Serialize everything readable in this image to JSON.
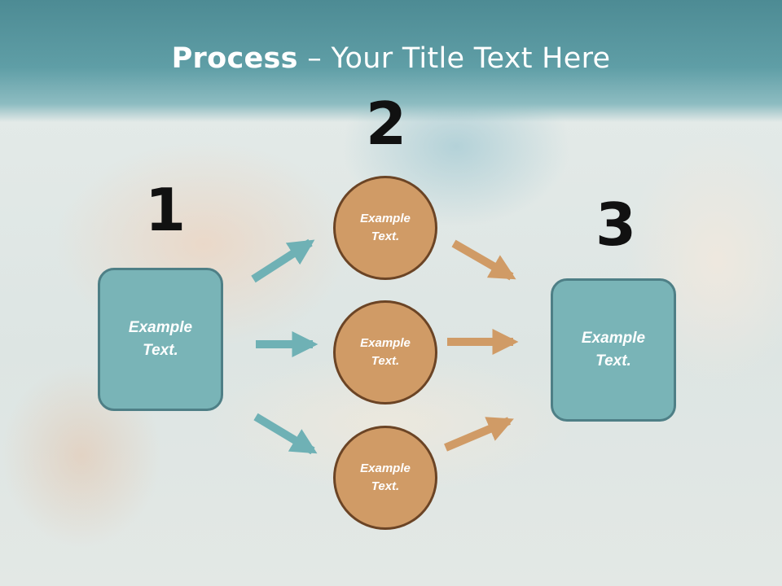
{
  "title": {
    "bold": "Process",
    "rest": " – Your Title Text Here"
  },
  "steps": [
    {
      "number": "1",
      "text": "Example Text."
    },
    {
      "number": "2",
      "items": [
        "Example Text.",
        "Example Text.",
        "Example Text."
      ]
    },
    {
      "number": "3",
      "text": "Example Text."
    }
  ],
  "colors": {
    "header": "#5f9ea6",
    "box_fill": "#79b4b7",
    "circle_fill": "#d09b66",
    "arrow_teal": "#6fb1b5",
    "arrow_orange": "#d09b66"
  }
}
